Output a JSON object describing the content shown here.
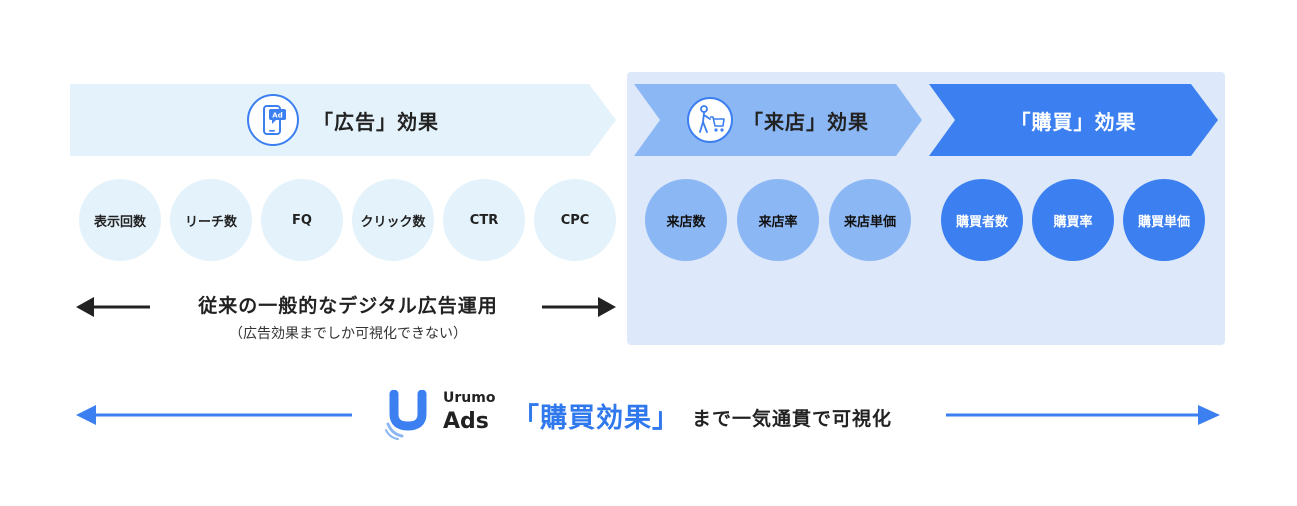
{
  "banners": {
    "ad": {
      "title": "「広告」効果",
      "icon": "phone-ad-icon",
      "icon_text": "Ad"
    },
    "store": {
      "title": "「来店」効果",
      "icon": "shopper-cart-icon"
    },
    "buy": {
      "title": "「購買」効果"
    }
  },
  "metrics": {
    "ad": [
      "表示回数",
      "リーチ数",
      "FQ",
      "クリック数",
      "CTR",
      "CPC"
    ],
    "store": [
      "来店数",
      "来店率",
      "来店単価"
    ],
    "buy": [
      "購買者数",
      "購買率",
      "購買単価"
    ]
  },
  "traditional": {
    "title": "従来の一般的なデジタル広告運用",
    "subtitle": "（広告効果までしか可視化できない）"
  },
  "brand": {
    "name_line1": "Urumo",
    "name_line2": "Ads",
    "logo": "urumo-u-logo-icon",
    "highlight": "「購買効果」",
    "rest": "まで一気通貫で可視化"
  },
  "colors": {
    "light_blue": "#e3f2fb",
    "mid_blue": "#8bb7f4",
    "brand_blue": "#3b7ff0",
    "panel": "#dde9fb"
  }
}
